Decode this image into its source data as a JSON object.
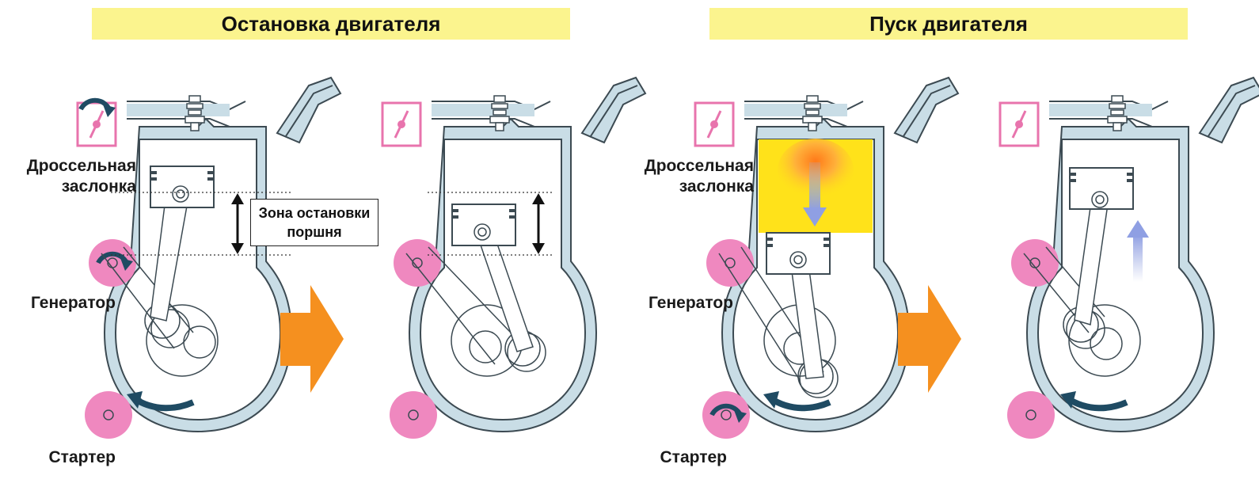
{
  "banners": {
    "left": "Остановка двигателя",
    "right": "Пуск двигателя"
  },
  "labels": {
    "throttle_line1": "Дроссельная",
    "throttle_line2": "заслонка",
    "generator": "Генератор",
    "starter": "Стартер",
    "zone_line1": "Зона остановки",
    "zone_line2": "поршня"
  },
  "colors": {
    "banner": "#fbf48e",
    "engine_wall": "#c9dde6",
    "engine_outline": "#3c4a52",
    "pulley": "#ef88bf",
    "throttle_box": "#e874ad",
    "rotation_arrow": "#1f4b63",
    "step_arrow": "#f5901f",
    "combustion": "#ffe21a",
    "piston_motion_arrow": "#9aa7e0"
  },
  "icons": [
    "throttle-valve-icon",
    "spark-plug-icon",
    "rotation-arrow-icon",
    "step-arrow-icon",
    "double-arrow-icon"
  ]
}
